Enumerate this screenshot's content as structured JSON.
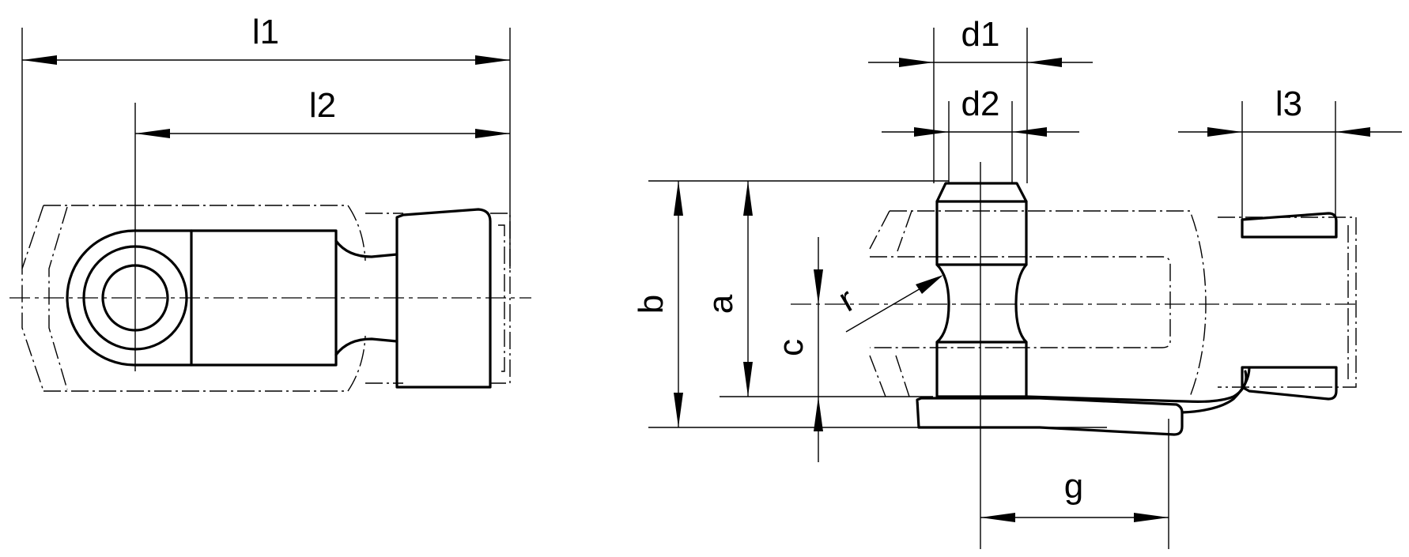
{
  "diagram": {
    "labels": {
      "l1": "l1",
      "l2": "l2",
      "l3": "l3",
      "d1": "d1",
      "d2": "d2",
      "a": "a",
      "b": "b",
      "c": "c",
      "r": "r",
      "g": "g"
    }
  }
}
